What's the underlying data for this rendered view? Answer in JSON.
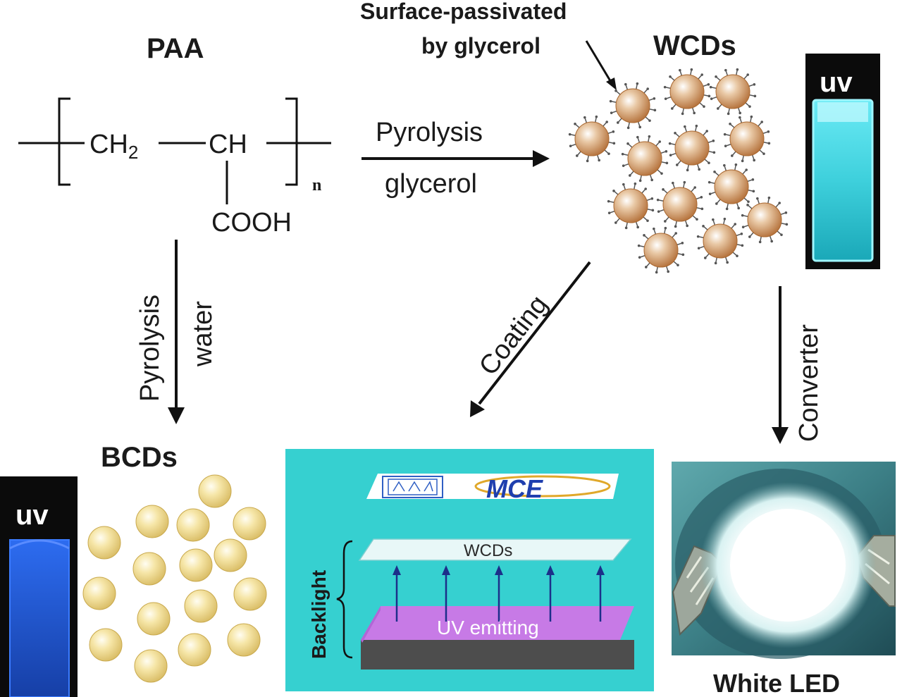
{
  "labels": {
    "paa": "PAA",
    "ch2_base": "CH",
    "ch2_sub": "2",
    "ch": "CH",
    "cooh": "COOH",
    "n": "n",
    "pyrolysis_top": "Pyrolysis",
    "glycerol_top": "glycerol",
    "surface_line1": "Surface-passivated",
    "surface_line2": "by glycerol",
    "wcds_title": "WCDs",
    "uv_top": "uv",
    "pyrolysis_left": "Pyrolysis",
    "water_left": "water",
    "coating": "Coating",
    "converter": "Converter",
    "bcds_title": "BCDs",
    "uv_bottom": "uv",
    "panel_logo": "MCE",
    "panel_wcds": "WCDs",
    "panel_uv": "UV emitting",
    "panel_backlight": "Backlight",
    "white_led": "White LED"
  },
  "colors": {
    "wcd_particle": "#c98b55",
    "bcd_particle": "#f0dc96",
    "panel_bg": "#36d0d0",
    "uv_layer": "#c77ae6",
    "base_layer": "#4d4d4d",
    "wcds_layer": "#e8f7f7",
    "blue_cuvette": "#1e5bd6",
    "cyan_cuvette": "#5fe6f0",
    "arrow_blue": "#1c2f8a"
  }
}
